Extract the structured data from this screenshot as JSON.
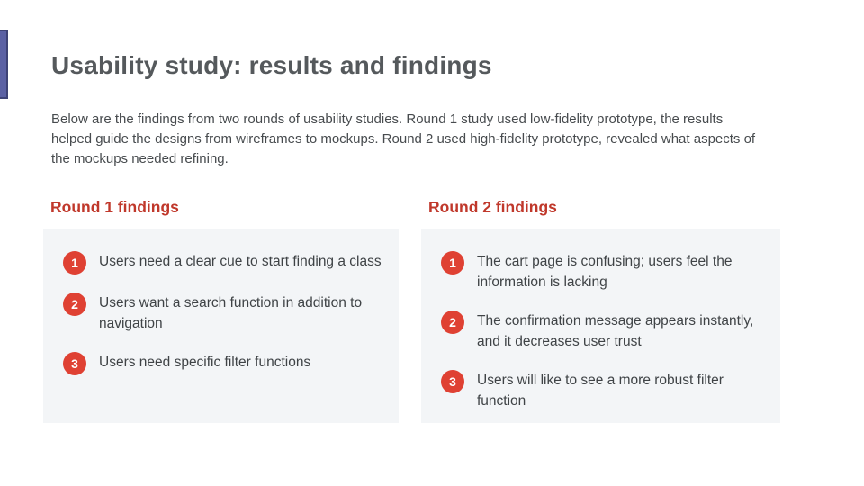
{
  "slide": {
    "title": "Usability study: results and findings",
    "intro": "Below are the findings from two rounds of usability studies. Round 1 study used low-fidelity prototype, the results helped guide the designs from wireframes to mockups. Round 2 used high-fidelity prototype, revealed what aspects of the mockups needed refining.",
    "columns": [
      {
        "heading": "Round 1 findings",
        "items": [
          {
            "number": "1",
            "text": "Users need a clear cue to start finding a class"
          },
          {
            "number": "2",
            "text": "Users want a search function in addition to navigation"
          },
          {
            "number": "3",
            "text": "Users need specific filter functions"
          }
        ]
      },
      {
        "heading": "Round 2 findings",
        "items": [
          {
            "number": "1",
            "text": "The cart page is confusing; users feel the information is lacking"
          },
          {
            "number": "2",
            "text": "The confirmation message appears instantly, and it decreases user trust"
          },
          {
            "number": "3",
            "text": "Users will like to see a more robust filter function"
          }
        ]
      }
    ],
    "colors": {
      "accent_bar": "#5b61a4",
      "accent_bar_border": "#3e4376",
      "heading_red": "#c0382b",
      "badge_red": "#df4133",
      "box_background": "#f3f5f7",
      "title_gray": "#55595c",
      "body_gray": "#474b4e"
    }
  }
}
